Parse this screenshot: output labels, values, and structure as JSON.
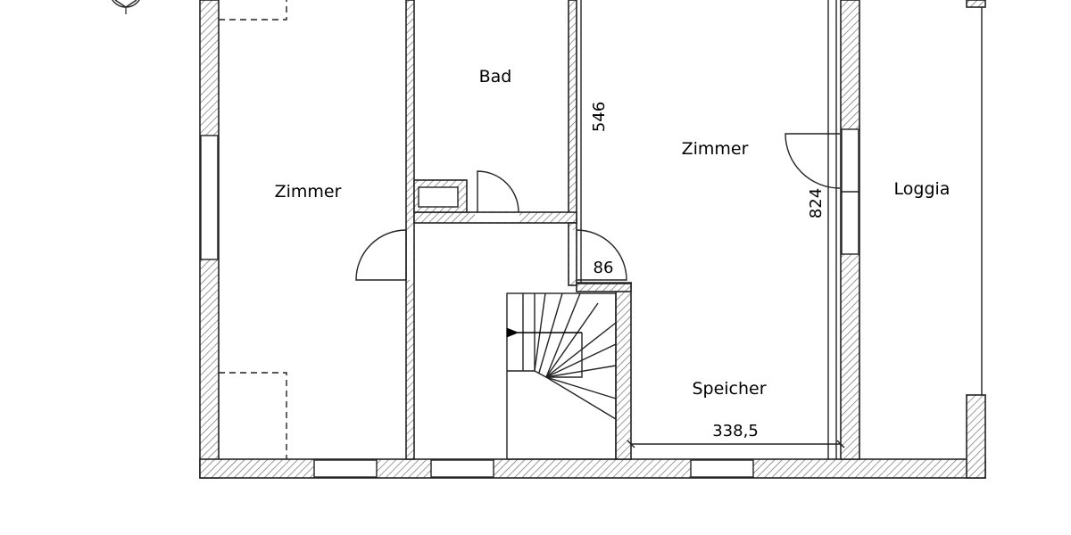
{
  "rooms": {
    "zimmer_left": "Zimmer",
    "bad": "Bad",
    "zimmer_right": "Zimmer",
    "loggia": "Loggia",
    "speicher": "Speicher"
  },
  "dimensions": {
    "d546": "546",
    "d824": "824",
    "d86": "86",
    "d3385": "338,5"
  }
}
